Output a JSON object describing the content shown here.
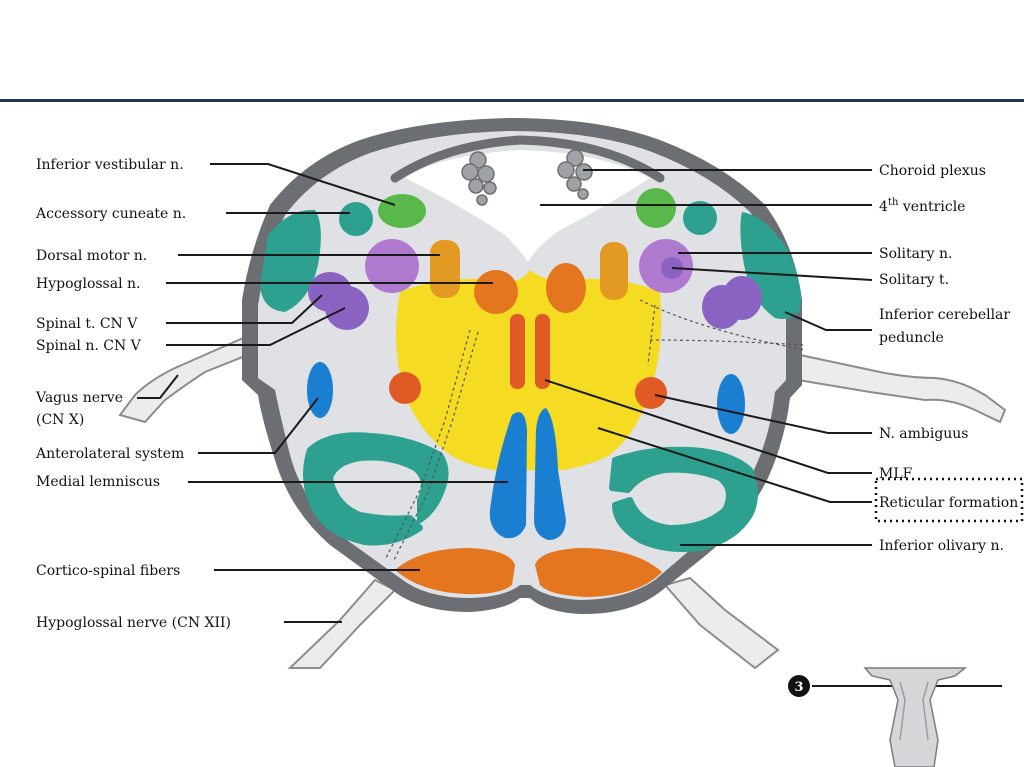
{
  "colors": {
    "header_rule": "#1f3656",
    "tissue": "#dfe1e4",
    "outline": "#6b6e72",
    "yellow": "#f5dc22",
    "orange": "#e3761e",
    "amber": "#e39a22",
    "green": "#58b84a",
    "teal": "#2ea08f",
    "purple": "#8a63c2",
    "pink_purple": "#b07ad0",
    "blue": "#1a7fd0",
    "leader": "#1a1a1a"
  },
  "labels_left": [
    {
      "id": "inferior-vestibular",
      "text": "Inferior vestibular n."
    },
    {
      "id": "accessory-cuneate",
      "text": "Accessory cuneate n."
    },
    {
      "id": "dorsal-motor",
      "text": "Dorsal motor n."
    },
    {
      "id": "hypoglossal-n",
      "text": "Hypoglossal n."
    },
    {
      "id": "spinal-t-cnv",
      "text": "Spinal t. CN V"
    },
    {
      "id": "spinal-n-cnv",
      "text": "Spinal n. CN V"
    },
    {
      "id": "vagus-nerve-1",
      "text": "Vagus nerve"
    },
    {
      "id": "vagus-nerve-2",
      "text": "(CN X)"
    },
    {
      "id": "anterolateral",
      "text": "Anterolateral system"
    },
    {
      "id": "medial-lemniscus",
      "text": "Medial lemniscus"
    },
    {
      "id": "cortico-spinal",
      "text": "Cortico-spinal fibers"
    },
    {
      "id": "hypoglossal-nerve",
      "text": "Hypoglossal nerve (CN XII)"
    }
  ],
  "labels_right": [
    {
      "id": "choroid-plexus",
      "text": "Choroid plexus"
    },
    {
      "id": "fourth-ventricle",
      "text": "ventricle",
      "prefix": "4",
      "sup": "th"
    },
    {
      "id": "solitary-n",
      "text": "Solitary n."
    },
    {
      "id": "solitary-t",
      "text": "Solitary t."
    },
    {
      "id": "inf-cerebellar-1",
      "text": "Inferior cerebellar"
    },
    {
      "id": "inf-cerebellar-2",
      "text": "peduncle"
    },
    {
      "id": "n-ambiguus",
      "text": "N. ambiguus"
    },
    {
      "id": "mlf",
      "text": "MLF"
    },
    {
      "id": "reticular-formation",
      "text": "Reticular formation"
    },
    {
      "id": "inferior-olivary",
      "text": "Inferior olivary n."
    }
  ],
  "level_marker": "3"
}
